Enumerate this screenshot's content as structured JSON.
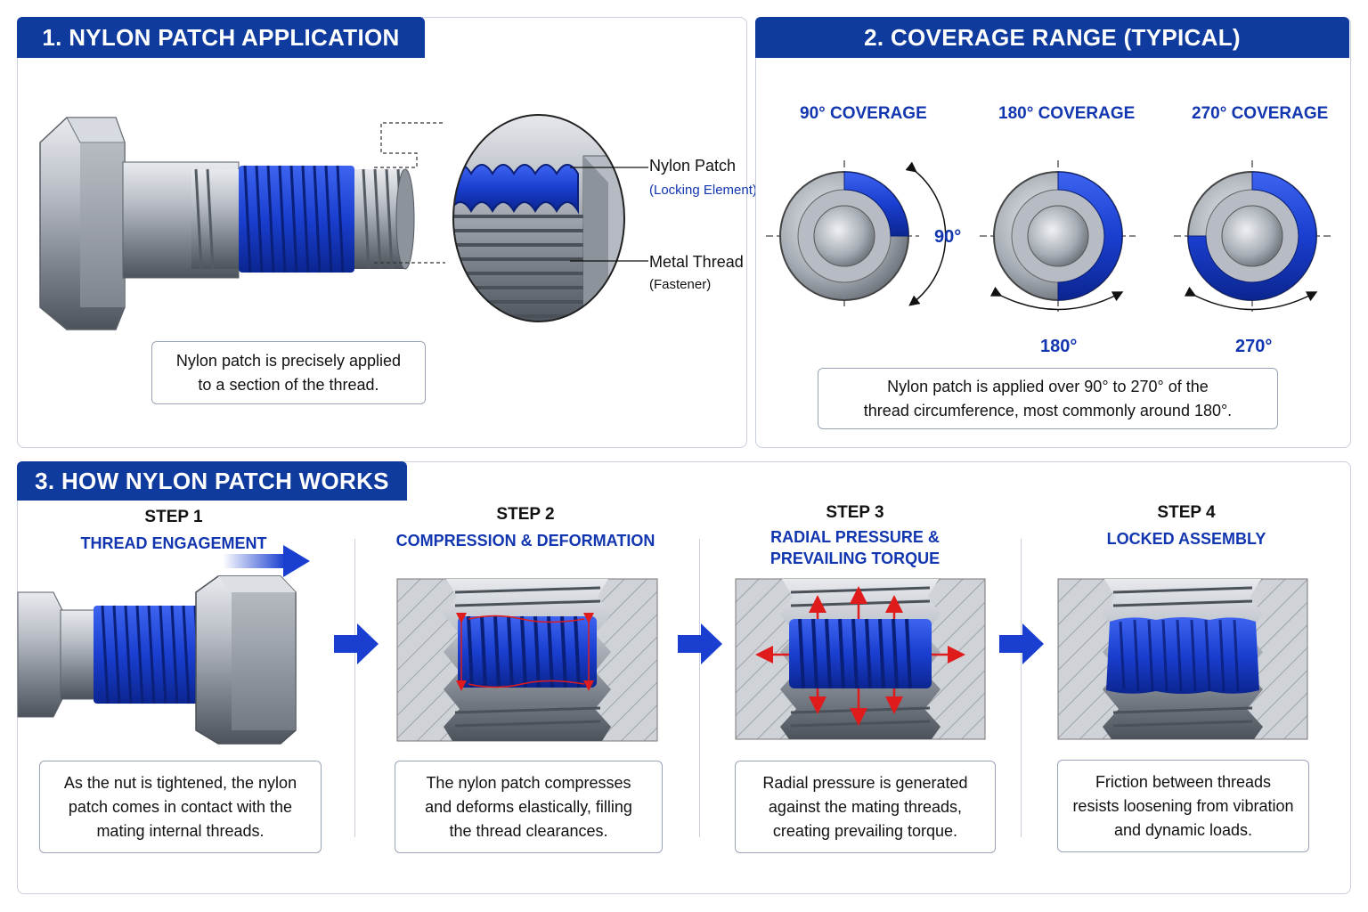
{
  "panel1": {
    "title": "1. NYLON PATCH APPLICATION",
    "label_patch": "Nylon Patch",
    "label_patch_sub": "(Locking Element)",
    "label_thread": "Metal Thread",
    "label_thread_sub": "(Fastener)",
    "caption_line1": "Nylon patch is precisely applied",
    "caption_line2": "to a section of the thread."
  },
  "panel2": {
    "title": "2. COVERAGE RANGE (TYPICAL)",
    "items": [
      {
        "heading": "90° COVERAGE",
        "angle": "90°",
        "coverage_deg": 90
      },
      {
        "heading": "180° COVERAGE",
        "angle": "180°",
        "coverage_deg": 180
      },
      {
        "heading": "270° COVERAGE",
        "angle": "270°",
        "coverage_deg": 270
      }
    ],
    "caption_line1": "Nylon patch is applied over 90° to 270° of the",
    "caption_line2": "thread circumference, most commonly around 180°."
  },
  "panel3": {
    "title": "3. HOW NYLON PATCH WORKS",
    "steps": [
      {
        "number": "STEP 1",
        "title": "THREAD ENGAGEMENT",
        "title2": "",
        "lines": [
          "As the nut is tightened, the nylon",
          "patch comes in contact with the",
          "mating internal threads."
        ]
      },
      {
        "number": "STEP 2",
        "title": "COMPRESSION & DEFORMATION",
        "title2": "",
        "lines": [
          "The nylon patch compresses",
          "and deforms elastically, filling",
          "the thread clearances."
        ]
      },
      {
        "number": "STEP 3",
        "title": "RADIAL PRESSURE &",
        "title2": "PREVAILING TORQUE",
        "lines": [
          "Radial pressure is generated",
          "against the mating threads,",
          "creating prevailing torque."
        ]
      },
      {
        "number": "STEP 4",
        "title": "LOCKED ASSEMBLY",
        "title2": "",
        "lines": [
          "Friction between threads",
          "resists loosening from vibration",
          "and dynamic loads."
        ]
      }
    ]
  },
  "colors": {
    "brand_blue": "#0f3a9e",
    "patch_blue": "#1a3fd0",
    "arrow_red": "#e01b1b",
    "steel": "#9aa0a8"
  }
}
